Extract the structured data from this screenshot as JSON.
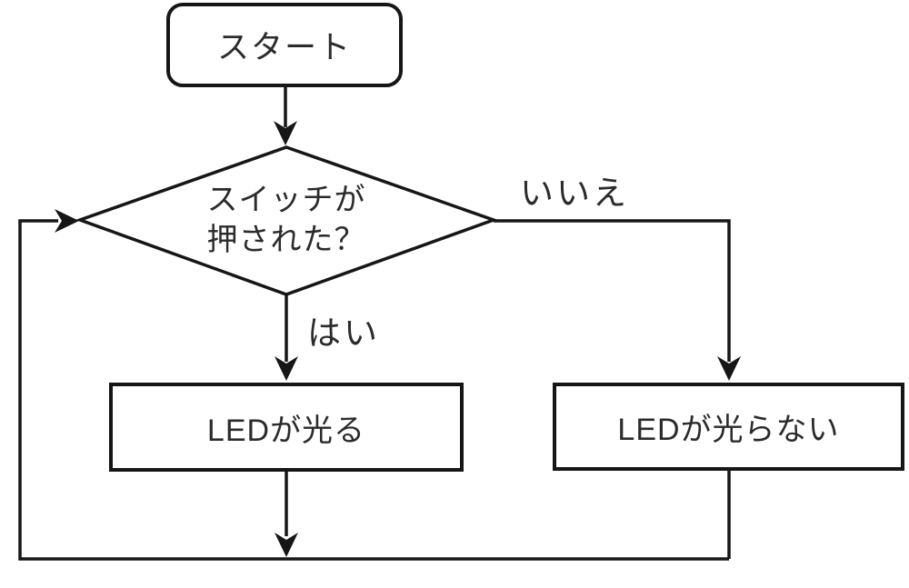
{
  "diagram": {
    "type": "flowchart",
    "nodes": {
      "start": {
        "label": "スタート",
        "shape": "terminator"
      },
      "decision": {
        "label_line1": "スイッチが",
        "label_line2": "押された？",
        "shape": "decision"
      },
      "led_on": {
        "label": "LEDが光る",
        "shape": "process"
      },
      "led_off": {
        "label": "LEDが光らない",
        "shape": "process"
      }
    },
    "edges": {
      "yes_label": "はい",
      "no_label": "いいえ"
    },
    "colors": {
      "line": "#161616",
      "background": "#ffffff",
      "text": "#2b2b2b"
    }
  }
}
